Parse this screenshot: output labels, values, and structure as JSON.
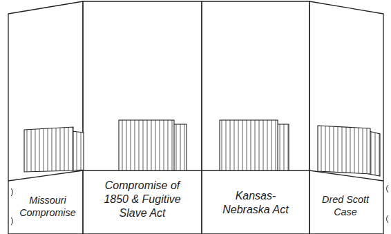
{
  "diagram": {
    "nodes": [
      {
        "text": [
          "Missouri Compromise"
        ]
      },
      {
        "text": [
          "Compromise of 1850 & Fugitive Slave Act"
        ]
      },
      {
        "text": [
          "Kansas-Nebraska Act"
        ]
      },
      {
        "text": [
          "Dred Scott Case"
        ]
      }
    ]
  }
}
